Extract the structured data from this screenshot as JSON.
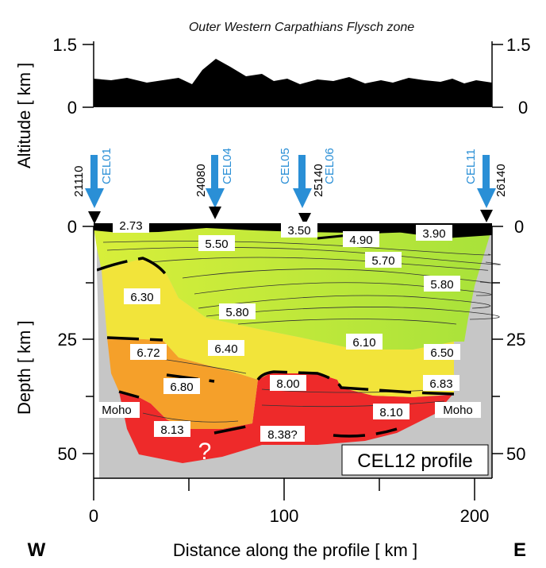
{
  "figure": {
    "title": "Outer Western Carpathians Flysch zone",
    "altitude_label": "Altitude  [ km ]",
    "depth_label": "Depth  [ km ]",
    "x_label": "Distance along the profile  [ km ]",
    "west_label": "W",
    "east_label": "E",
    "profile_label": "CEL12 profile",
    "moho_left": "Moho",
    "moho_right": "Moho",
    "question_mark": "?"
  },
  "axes": {
    "altitude_ticks": [
      "1.5",
      "0"
    ],
    "altitude_ticks_right": [
      "1.5",
      "0"
    ],
    "depth_ticks": [
      "0",
      "25",
      "50"
    ],
    "depth_ticks_right": [
      "0",
      "25",
      "50"
    ],
    "x_ticks": [
      "0",
      "100",
      "200"
    ]
  },
  "stations": [
    {
      "name": "CEL01",
      "shot": "21110"
    },
    {
      "name": "CEL04",
      "shot": "24080"
    },
    {
      "name": "CEL05",
      "shot": ""
    },
    {
      "name": "CEL06",
      "shot": "25140"
    },
    {
      "name": "CEL11",
      "shot": "26140"
    }
  ],
  "velocities": [
    "2.73",
    "3.50",
    "3.90",
    "5.50",
    "4.90",
    "5.70",
    "5.80",
    "6.30",
    "5.80",
    "6.72",
    "6.40",
    "6.10",
    "6.50",
    "6.80",
    "8.00",
    "6.83",
    "8.10",
    "8.13",
    "8.38?"
  ],
  "colors": {
    "station_blue": "#2a8fd6",
    "mantle_red": "#ee2a2a",
    "lower_crust_orange": "#f5a02a",
    "middle_crust_yellow": "#f2e43a",
    "upper_crust_green": "#b9e83a",
    "background_gray": "#c6c6c6"
  }
}
